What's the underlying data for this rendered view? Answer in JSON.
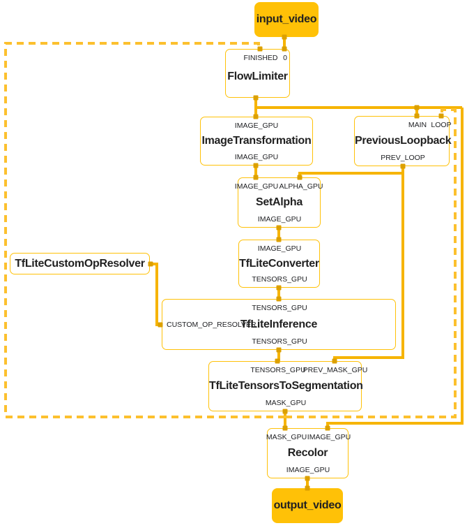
{
  "diagram": {
    "kind": "dataflow-graph",
    "colors": {
      "node_fill": "#FFC107",
      "node_border": "#FFC107",
      "edge": "#F6B400",
      "back_edge": "#FCC02E",
      "port_marker": "#DCA000",
      "text": "#202124"
    },
    "nodes": {
      "input_video": {
        "title": "input_video"
      },
      "flow_limiter": {
        "title": "FlowLimiter",
        "in_finished": "FINISHED",
        "in_0": "0"
      },
      "image_transformation": {
        "title": "ImageTransformation",
        "in_image": "IMAGE_GPU",
        "out_image": "IMAGE_GPU"
      },
      "previous_loopback": {
        "title": "PreviousLoopback",
        "in_main": "MAIN",
        "in_loop": "LOOP",
        "out_prev_loop": "PREV_LOOP"
      },
      "set_alpha": {
        "title": "SetAlpha",
        "in_image": "IMAGE_GPU",
        "in_alpha": "ALPHA_GPU",
        "out_image": "IMAGE_GPU"
      },
      "tflite_converter": {
        "title": "TfLiteConverter",
        "in_image": "IMAGE_GPU",
        "out_tensors": "TENSORS_GPU"
      },
      "tflite_custom_op_resolver": {
        "title": "TfLiteCustomOpResolver"
      },
      "tflite_inference": {
        "title": "TfLiteInference",
        "in_tensors": "TENSORS_GPU",
        "in_resolver": "CUSTOM_OP_RESOLVER",
        "out_tensors": "TENSORS_GPU"
      },
      "tflite_tensors_to_segmentation": {
        "title": "TfLiteTensorsToSegmentation",
        "in_tensors": "TENSORS_GPU",
        "in_prev_mask": "PREV_MASK_GPU",
        "out_mask": "MASK_GPU"
      },
      "recolor": {
        "title": "Recolor",
        "in_mask": "MASK_GPU",
        "in_image": "IMAGE_GPU",
        "out_image": "IMAGE_GPU"
      },
      "output_video": {
        "title": "output_video"
      }
    },
    "edges": [
      {
        "from": "input_video",
        "to": "FlowLimiter.0",
        "style": "solid"
      },
      {
        "from": "FlowLimiter",
        "to": "ImageTransformation.IMAGE_GPU",
        "style": "solid"
      },
      {
        "from": "FlowLimiter",
        "to": "PreviousLoopback.MAIN",
        "style": "solid"
      },
      {
        "from": "FlowLimiter",
        "to": "Recolor.IMAGE_GPU",
        "style": "solid"
      },
      {
        "from": "ImageTransformation.IMAGE_GPU",
        "to": "SetAlpha.IMAGE_GPU",
        "style": "solid"
      },
      {
        "from": "PreviousLoopback.PREV_LOOP",
        "to": "SetAlpha.ALPHA_GPU",
        "style": "solid"
      },
      {
        "from": "PreviousLoopback.PREV_LOOP",
        "to": "TfLiteTensorsToSegmentation.PREV_MASK_GPU",
        "style": "solid"
      },
      {
        "from": "SetAlpha.IMAGE_GPU",
        "to": "TfLiteConverter.IMAGE_GPU",
        "style": "solid"
      },
      {
        "from": "TfLiteConverter.TENSORS_GPU",
        "to": "TfLiteInference.TENSORS_GPU",
        "style": "solid"
      },
      {
        "from": "TfLiteCustomOpResolver",
        "to": "TfLiteInference.CUSTOM_OP_RESOLVER",
        "style": "solid"
      },
      {
        "from": "TfLiteInference.TENSORS_GPU",
        "to": "TfLiteTensorsToSegmentation.TENSORS_GPU",
        "style": "solid"
      },
      {
        "from": "TfLiteTensorsToSegmentation.MASK_GPU",
        "to": "Recolor.MASK_GPU",
        "style": "solid"
      },
      {
        "from": "TfLiteTensorsToSegmentation.MASK_GPU",
        "to": "FlowLimiter.FINISHED",
        "style": "dashed"
      },
      {
        "from": "TfLiteTensorsToSegmentation.MASK_GPU",
        "to": "PreviousLoopback.LOOP",
        "style": "dashed"
      },
      {
        "from": "Recolor.IMAGE_GPU",
        "to": "output_video",
        "style": "solid"
      }
    ]
  }
}
